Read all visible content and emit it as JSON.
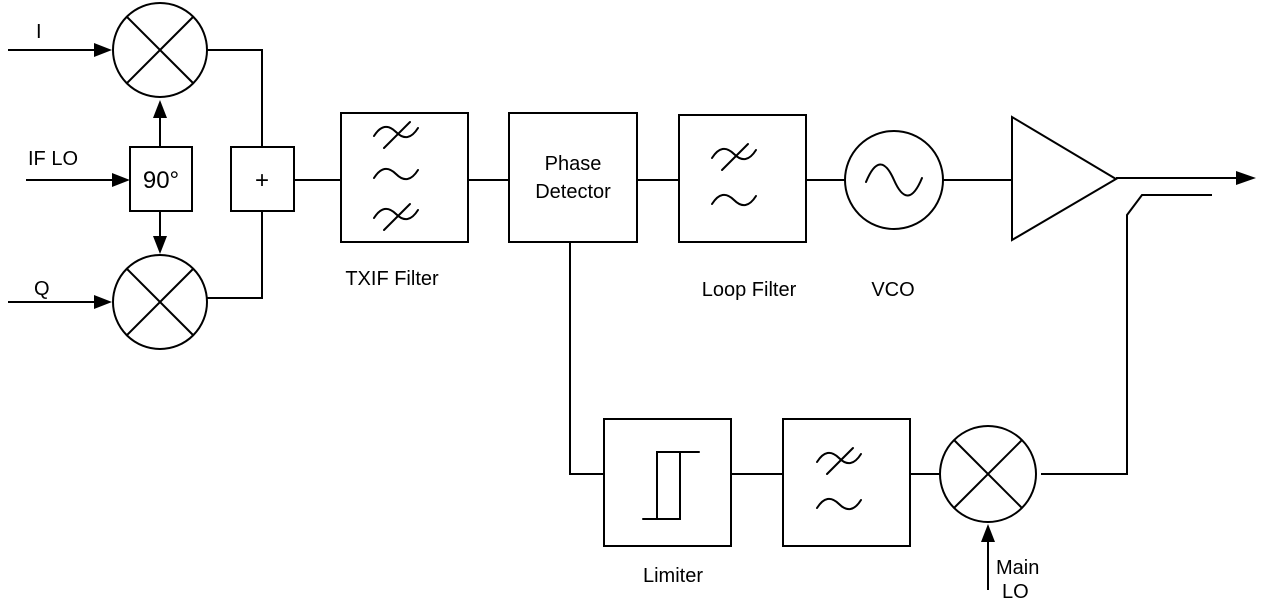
{
  "inputs": {
    "i": "I",
    "if_lo": "IF LO",
    "q": "Q"
  },
  "blocks": {
    "phase_shifter": "90°",
    "summer": "+",
    "phase_detector_line1": "Phase",
    "phase_detector_line2": "Detector"
  },
  "labels": {
    "txif_filter": "TXIF Filter",
    "loop_filter": "Loop Filter",
    "vco": "VCO",
    "limiter": "Limiter",
    "main_lo_line1": "Main",
    "main_lo_line2": "LO"
  }
}
